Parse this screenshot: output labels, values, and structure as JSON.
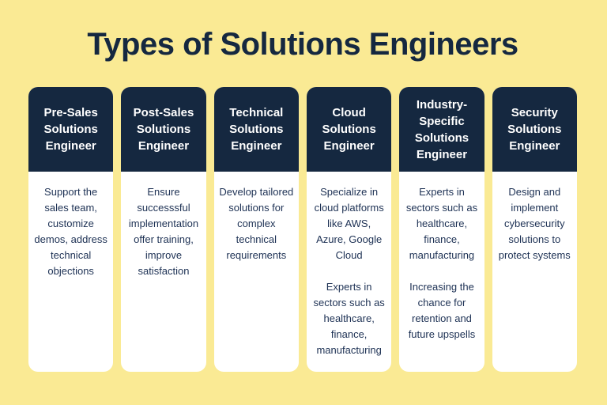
{
  "page": {
    "title": "Types of Solutions Engineers"
  },
  "colors": {
    "background": "#FAEA94",
    "header_bg": "#152840",
    "title_text": "#152840",
    "body_text": "#1D3154",
    "card_bg": "#FFFFFF",
    "header_text": "#FFFFFF"
  },
  "cards": [
    {
      "title": "Pre-Sales Solutions Engineer",
      "paragraphs": [
        "Support the sales team, customize demos, address technical objections"
      ]
    },
    {
      "title": "Post-Sales Solutions Engineer",
      "paragraphs": [
        "Ensure successsful implementation offer training, improve satisfaction"
      ]
    },
    {
      "title": "Technical Solutions Engineer",
      "paragraphs": [
        "Develop tailored solutions for complex technical requirements"
      ]
    },
    {
      "title": "Cloud Solutions Engineer",
      "paragraphs": [
        "Specialize in cloud platforms like AWS, Azure, Google Cloud",
        "Experts in sectors such as healthcare, finance, manufacturing"
      ]
    },
    {
      "title": "Industry-Specific Solutions Engineer",
      "paragraphs": [
        "Experts in sectors such as healthcare, finance, manufacturing",
        "Increasing the chance for retention and future upspells"
      ]
    },
    {
      "title": "Security Solutions Engineer",
      "paragraphs": [
        "Design and implement cybersecurity solutions to protect systems"
      ]
    }
  ]
}
